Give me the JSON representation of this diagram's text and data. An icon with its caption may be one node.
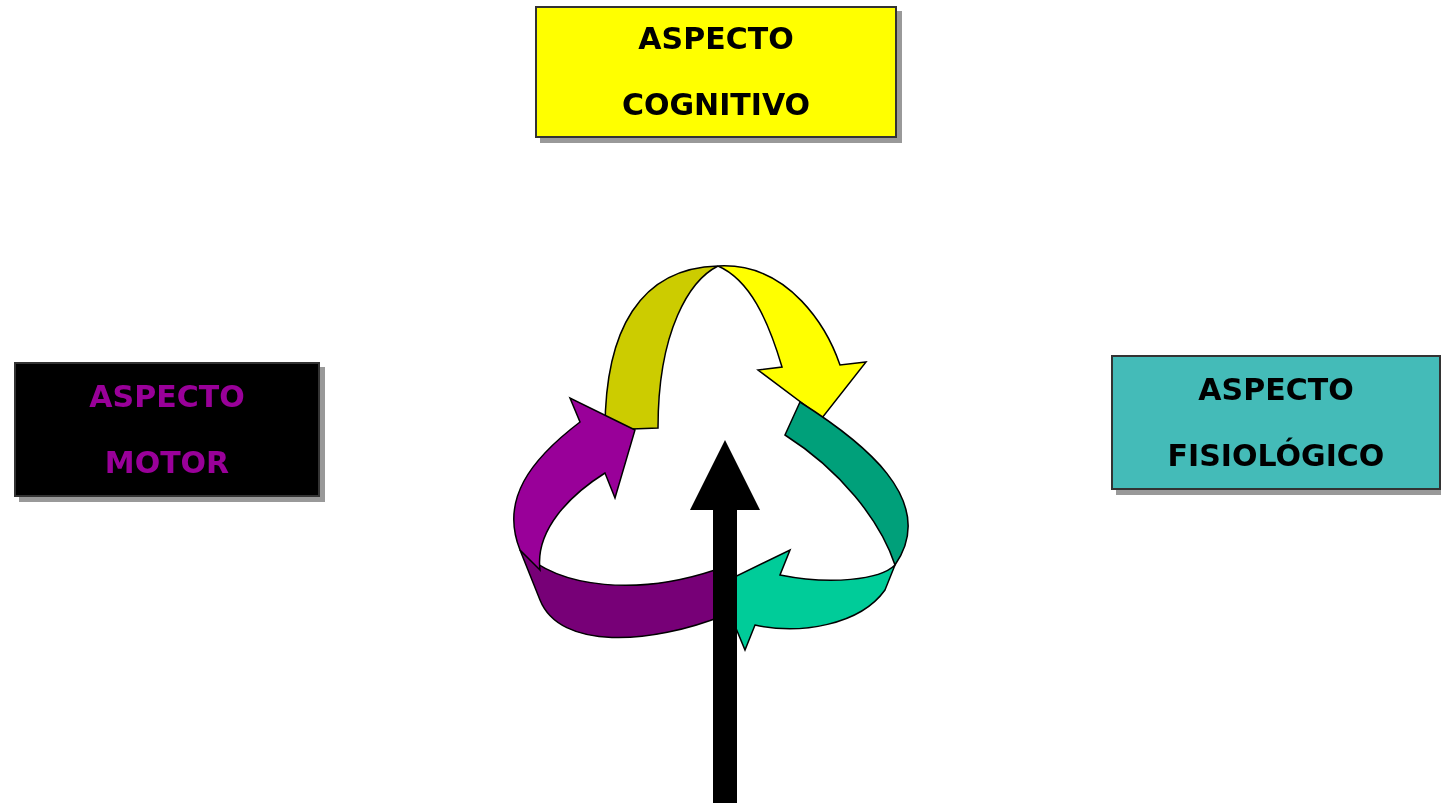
{
  "diagram": {
    "nodes": [
      {
        "text": [
          "ASPECTO COGNITIVO"
        ]
      },
      {
        "text": [
          "ASPECTO MOTOR"
        ]
      },
      {
        "text": [
          "ASPECTO FISIOLÓGICO"
        ]
      }
    ]
  }
}
